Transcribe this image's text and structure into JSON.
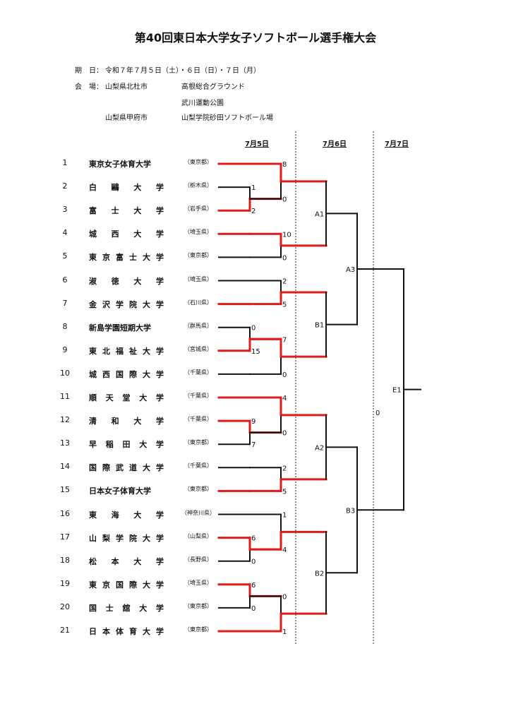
{
  "title": "第40回東日本大学女子ソフトボール選手権大会",
  "info": {
    "date_label": "期　日：",
    "date_value": "令和７年７月５日（土）・６日（日）・７日（月）",
    "venue_label": "会　場：",
    "venue_city1": "山梨県北杜市",
    "venue_ground1": "高根総合グラウンド",
    "venue_ground2": "武川運動公園",
    "venue_city2": "山梨県甲府市",
    "venue_ground3": "山梨学院砂田ソフトボール場"
  },
  "days": [
    "7月5日",
    "7月6日",
    "7月7日"
  ],
  "teams": [
    {
      "no": "1",
      "name": "東京女子体育大学",
      "pref": "（東京都）"
    },
    {
      "no": "2",
      "name": "白鷗大学",
      "pref": "（栃木県）"
    },
    {
      "no": "3",
      "name": "富士大学",
      "pref": "（岩手県）"
    },
    {
      "no": "4",
      "name": "城西大学",
      "pref": "（埼玉県）"
    },
    {
      "no": "5",
      "name": "東京富士大学",
      "pref": "（東京都）"
    },
    {
      "no": "6",
      "name": "淑徳大学",
      "pref": "（埼玉県）"
    },
    {
      "no": "7",
      "name": "金沢学院大学",
      "pref": "（石川県）"
    },
    {
      "no": "8",
      "name": "新島学園短期大学",
      "pref": "（群馬県）"
    },
    {
      "no": "9",
      "name": "東北福祉大学",
      "pref": "（宮城県）"
    },
    {
      "no": "10",
      "name": "城西国際大学",
      "pref": "（千葉県）"
    },
    {
      "no": "11",
      "name": "順天堂大学",
      "pref": "（千葉県）"
    },
    {
      "no": "12",
      "name": "清和大学",
      "pref": "（千葉県）"
    },
    {
      "no": "13",
      "name": "早稲田大学",
      "pref": "（東京都）"
    },
    {
      "no": "14",
      "name": "国際武道大学",
      "pref": "（千葉県）"
    },
    {
      "no": "15",
      "name": "日本女子体育大学",
      "pref": "（東京都）"
    },
    {
      "no": "16",
      "name": "東海大学",
      "pref": "（神奈川県）"
    },
    {
      "no": "17",
      "name": "山梨学院大学",
      "pref": "（山梨県）"
    },
    {
      "no": "18",
      "name": "松本大学",
      "pref": "（長野県）"
    },
    {
      "no": "19",
      "name": "東京国際大学",
      "pref": "（埼玉県）"
    },
    {
      "no": "20",
      "name": "国士舘大学",
      "pref": "（東京都）"
    },
    {
      "no": "21",
      "name": "日本体育大学",
      "pref": "（東京都）"
    }
  ],
  "round1": [
    {
      "a": 1,
      "b": 2,
      "sa": "1",
      "sb": "2",
      "winner": "b"
    },
    {
      "a": 7,
      "b": 8,
      "sa": "0",
      "sb": "15",
      "winner": "b"
    },
    {
      "a": 11,
      "b": 12,
      "sa": "9",
      "sb": "7",
      "winner": "a"
    },
    {
      "a": 16,
      "b": 17,
      "sa": "6",
      "sb": "0",
      "winner": "a"
    },
    {
      "a": 18,
      "b": 19,
      "sa": "6",
      "sb": "0",
      "winner": "a"
    }
  ],
  "round2": [
    {
      "sa": "8",
      "sb": "0",
      "winner": "a"
    },
    {
      "sa": "10",
      "sb": "0",
      "winner": "a"
    },
    {
      "sa": "2",
      "sb": "5",
      "winner": "b"
    },
    {
      "sa": "7",
      "sb": "0",
      "winner": "a"
    },
    {
      "sa": "4",
      "sb": "0",
      "winner": "a"
    },
    {
      "sa": "2",
      "sb": "5",
      "winner": "b"
    },
    {
      "sa": "1",
      "sb": "4",
      "winner": "b"
    },
    {
      "sa": "0",
      "sb": "1",
      "winner": "b"
    }
  ],
  "games": {
    "A1": "A1",
    "B1": "B1",
    "A2": "A2",
    "B2": "B2",
    "A3": "A3",
    "B3": "B3",
    "E1": "E1"
  },
  "center_note": "0",
  "colors": {
    "win": "#e01b1b",
    "line": "#111111"
  }
}
